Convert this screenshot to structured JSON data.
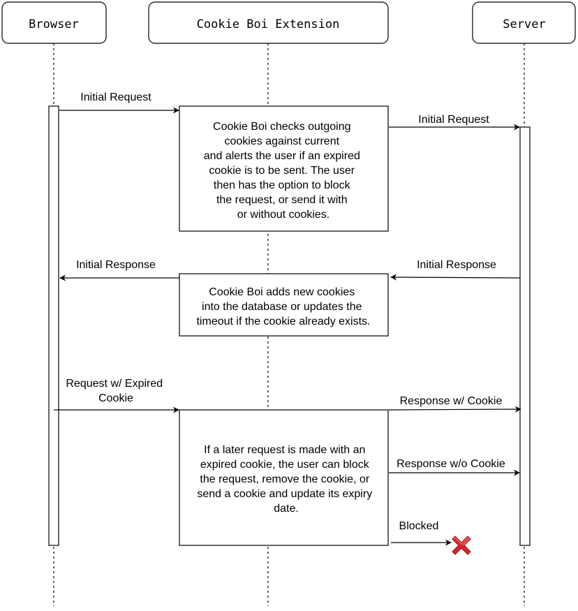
{
  "participants": {
    "browser": "Browser",
    "extension": "Cookie Boi Extension",
    "server": "Server"
  },
  "messages": {
    "initial_request_1": "Initial Request",
    "initial_request_2": "Initial Request",
    "initial_response_1": "Initial Response",
    "initial_response_2": "Initial Response",
    "request_expired_line1": "Request w/ Expired",
    "request_expired_line2": "Cookie",
    "response_with_cookie": "Response w/ Cookie",
    "response_without_cookie": "Response w/o Cookie",
    "blocked": "Blocked"
  },
  "notes": {
    "check_outgoing": [
      "Cookie Boi checks outgoing",
      "cookies against current",
      "and alerts the user if an expired",
      "cookie is to be sent. The user",
      "then has the option to block",
      "the request, or send it with",
      "or without cookies."
    ],
    "add_cookies": [
      "Cookie Boi adds new cookies",
      "into the database or updates the",
      "timeout if the cookie already exists."
    ],
    "later_request": [
      "If a later request is made with an",
      "expired cookie, the user can block",
      "the request, remove the cookie, or",
      "send a cookie and update its expiry",
      "date."
    ]
  },
  "icons": {
    "blocked_icon": "red-x-icon"
  },
  "colors": {
    "blocked_red": "#d9262c"
  }
}
